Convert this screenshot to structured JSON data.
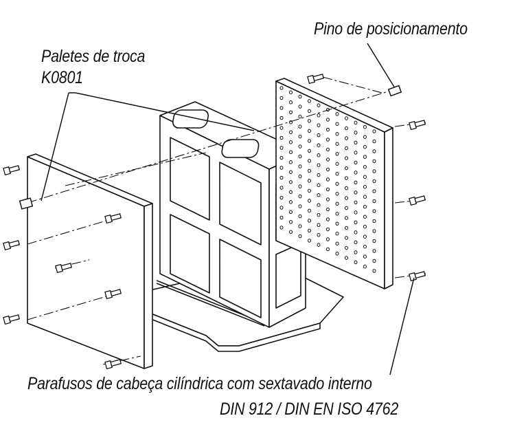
{
  "labels": {
    "positioning_pin": "Pino de posicionamento",
    "pallet_line1": "Paletes de troca",
    "pallet_line2": "K0801",
    "screws_line1": "Parafusos de cabeça cilíndrica com sextavado interno",
    "screws_line2": "DIN 912 / DIN EN ISO 4762"
  },
  "colors": {
    "ink": "#111111",
    "paper": "#ffffff"
  }
}
